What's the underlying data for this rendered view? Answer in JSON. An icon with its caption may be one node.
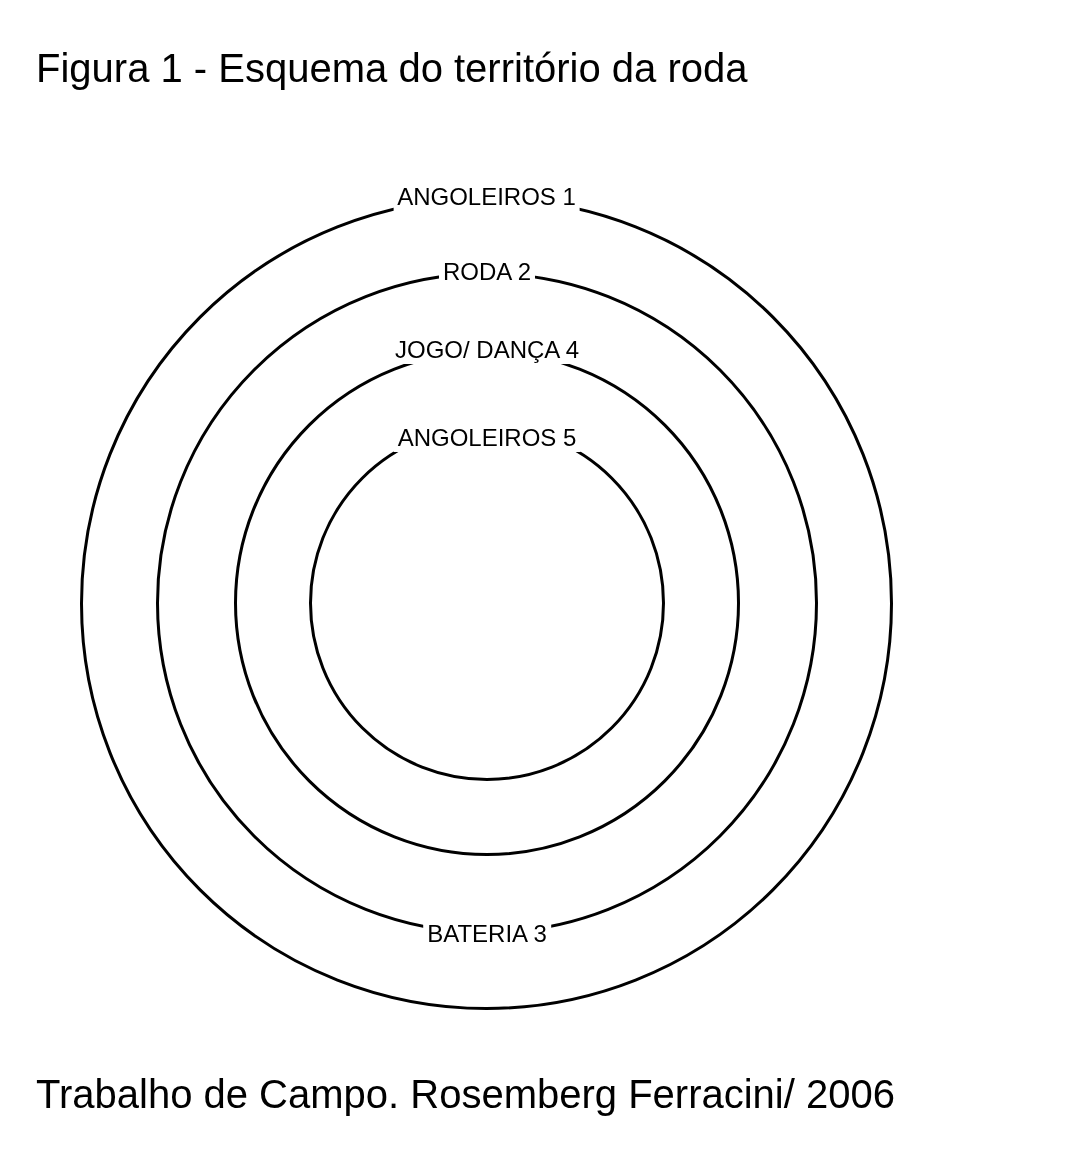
{
  "diagram": {
    "title": "Figura 1 - Esquema do território da roda",
    "caption": "Trabalho de Campo. Rosemberg Ferracini/ 2006",
    "nodes": [
      {
        "text": [
          "ANGOLEIROS 1"
        ]
      },
      {
        "text": [
          "RODA 2",
          "BATERIA 3"
        ],
        "in": 0
      },
      {
        "text": [
          "JOGO/ DANÇA 4"
        ],
        "in": 1
      },
      {
        "text": [
          "ANGOLEIROS 5"
        ],
        "in": 2
      }
    ],
    "edges": []
  }
}
